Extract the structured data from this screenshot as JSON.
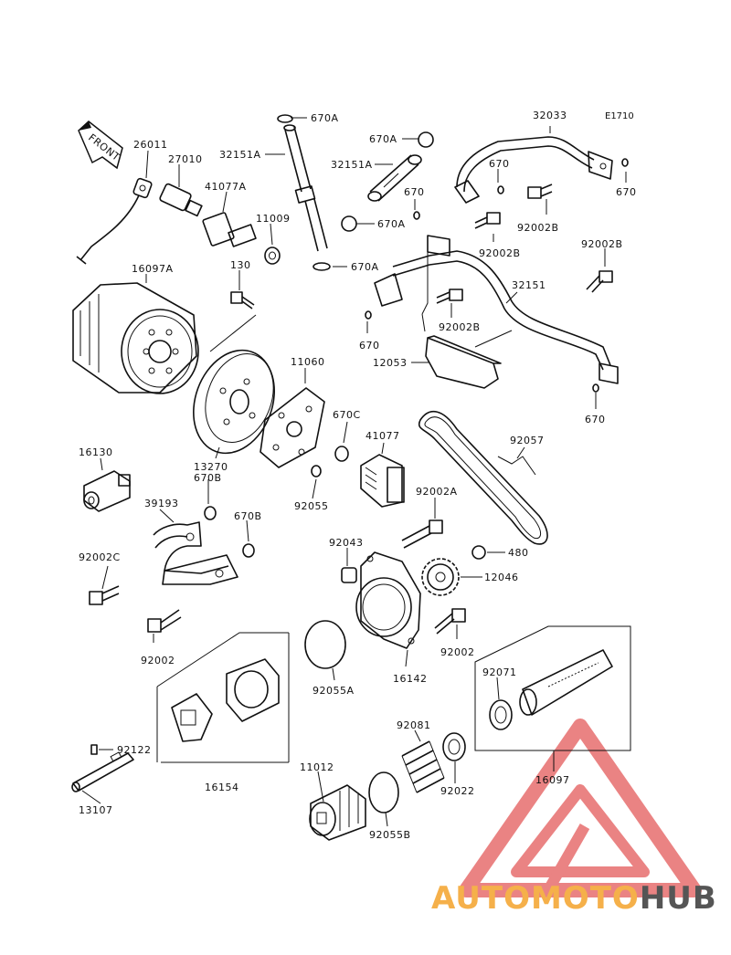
{
  "diagram": {
    "code": "E1710",
    "front_label": "FRONT",
    "labels": {
      "l_670A_top": "670A",
      "l_670A_mid": "670A",
      "l_670A_low": "670A",
      "l_670A_bot": "670A",
      "l_32151A_a": "32151A",
      "l_32151A_b": "32151A",
      "l_32033": "32033",
      "l_670_a": "670",
      "l_670_b": "670",
      "l_670_c": "670",
      "l_670_d": "670",
      "l_670_e": "670",
      "l_26011": "26011",
      "l_27010": "27010",
      "l_41077A": "41077A",
      "l_11009": "11009",
      "l_92002B_a": "92002B",
      "l_92002B_b": "92002B",
      "l_92002B_c": "92002B",
      "l_92002B_d": "92002B",
      "l_16097A": "16097A",
      "l_130": "130",
      "l_32151": "32151",
      "l_12053": "12053",
      "l_11060": "11060",
      "l_670C": "670C",
      "l_41077": "41077",
      "l_92057": "92057",
      "l_16130": "16130",
      "l_13270": "13270",
      "l_670B_a": "670B",
      "l_670B_b": "670B",
      "l_92055": "92055",
      "l_92002A": "92002A",
      "l_39193": "39193",
      "l_92043": "92043",
      "l_480": "480",
      "l_92002C": "92002C",
      "l_12046": "12046",
      "l_92002_a": "92002",
      "l_92002_b": "92002",
      "l_92055A": "92055A",
      "l_16142": "16142",
      "l_92071": "92071",
      "l_92081": "92081",
      "l_92122": "92122",
      "l_16154": "16154",
      "l_92022": "92022",
      "l_16097": "16097",
      "l_11012": "11012",
      "l_13107": "13107",
      "l_92055B": "92055B"
    }
  },
  "watermark": {
    "part1": "AUTOMOTO",
    "part2": "HUB",
    "color1": "#f5b04a",
    "color2": "#555555",
    "logo_color": "#e45a5a"
  }
}
